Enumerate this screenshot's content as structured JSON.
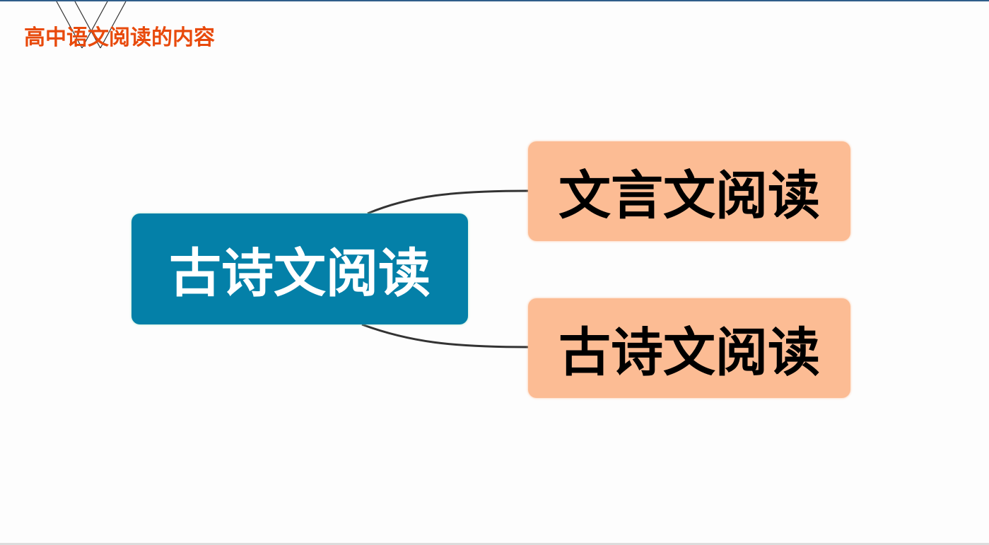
{
  "slide": {
    "title": "高中语文阅读的内容"
  },
  "mindmap": {
    "root": {
      "label": "古诗文阅读"
    },
    "children": [
      {
        "label": "文言文阅读"
      },
      {
        "label": "古诗文阅读"
      }
    ]
  },
  "colors": {
    "title": "#e84a0c",
    "root_fill": "#0480a8",
    "child_fill": "#fcbc94",
    "connector": "#333333"
  }
}
